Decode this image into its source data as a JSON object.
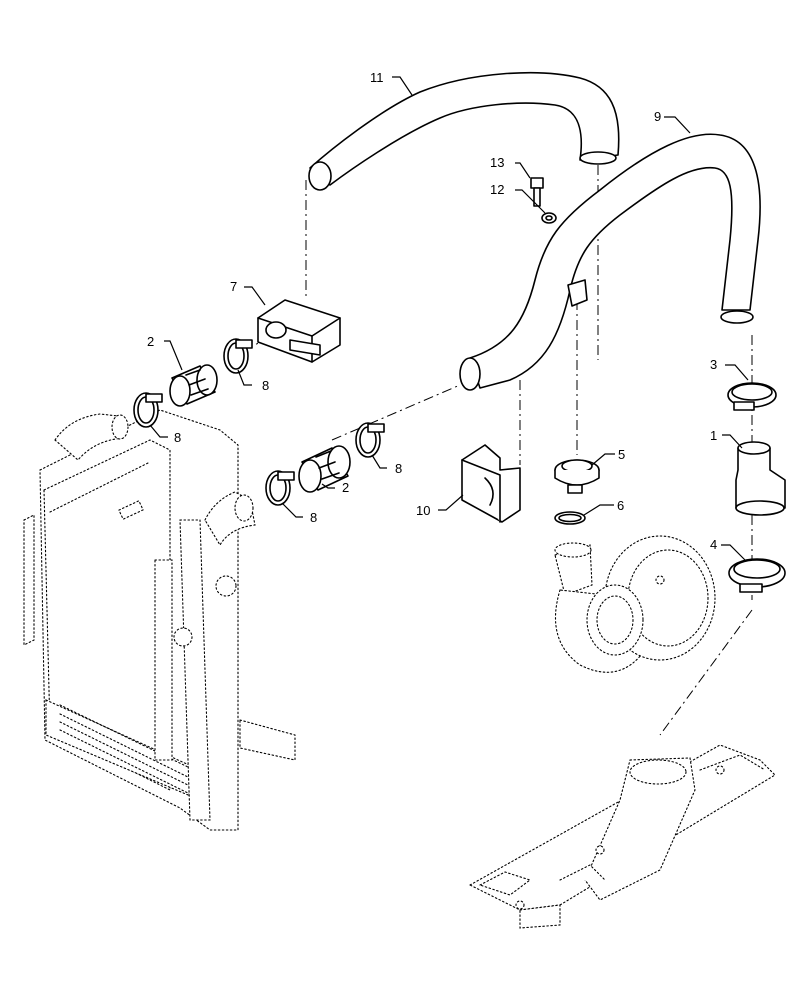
{
  "callouts": {
    "c1": "1",
    "c2a": "2",
    "c2b": "2",
    "c3": "3",
    "c4": "4",
    "c5": "5",
    "c6": "6",
    "c7": "7",
    "c8a": "8",
    "c8b": "8",
    "c8c": "8",
    "c8d": "8",
    "c9": "9",
    "c10": "10",
    "c11": "11",
    "c12": "12",
    "c13": "13"
  }
}
